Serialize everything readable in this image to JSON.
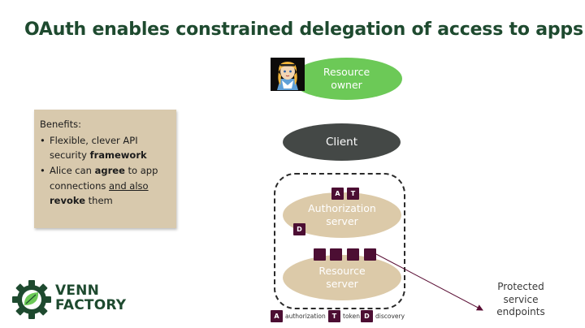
{
  "title": "OAuth enables constrained delegation of access to apps",
  "benefits": {
    "heading": "Benefits:",
    "item1": {
      "t1": "Flexible, clever API security ",
      "b1": "framework"
    },
    "item2": {
      "t1": "Alice can ",
      "b1": "agree",
      "t2": " to app connections ",
      "u1": "and also",
      "t3": " ",
      "b2": "revoke",
      "t4": " them"
    }
  },
  "nodes": {
    "resource_owner": [
      "Resource",
      "owner"
    ],
    "client": "Client",
    "authorization_server": [
      "Authorization",
      "server"
    ],
    "resource_server": [
      "Resource",
      "server"
    ]
  },
  "tags": {
    "authorization": "A",
    "token": "T",
    "discovery": "D"
  },
  "legend": {
    "authorization": "authorization",
    "token": "token",
    "discovery": "discovery"
  },
  "protected": [
    "Protected",
    "service",
    "endpoints"
  ],
  "brand": {
    "line1": "VENN",
    "line2": "FACTORY"
  },
  "colors": {
    "title": "#1e4a2f",
    "resource_owner": "#6cc957",
    "client": "#444846",
    "server": "#dccaa9",
    "benefits_box": "#d8c9ad",
    "tag": "#4c0e33",
    "brand_green": "#6cc957",
    "brand_dark": "#1e4a2f"
  }
}
